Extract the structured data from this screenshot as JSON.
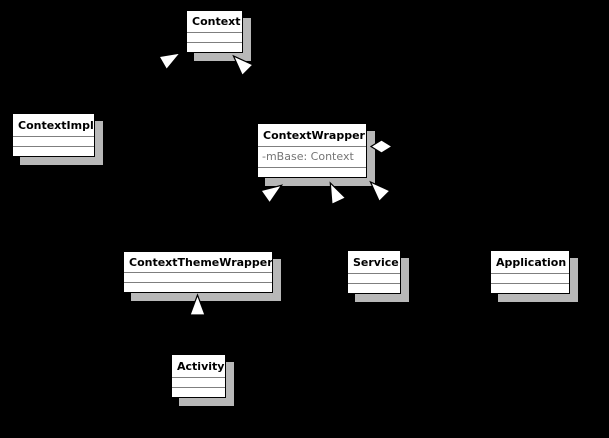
{
  "diagram": {
    "type": "uml-class-diagram",
    "background_color": "#000000",
    "class_fill_color": "#ffffff",
    "border_color": "#000000",
    "shadow_color": "#b8b8b8",
    "separator_color": "#7f7f7f",
    "attribute_text_color": "#757575",
    "classes": {
      "context": {
        "name": "Context"
      },
      "contextimpl": {
        "name": "ContextImpl"
      },
      "contextwrapper": {
        "name": "ContextWrapper",
        "attribute": "-mBase: Context"
      },
      "contextthemewrapper": {
        "name": "ContextThemeWrapper"
      },
      "service": {
        "name": "Service"
      },
      "application": {
        "name": "Application"
      },
      "activity": {
        "name": "Activity"
      }
    },
    "relationships": [
      {
        "type": "generalization",
        "from": "ContextImpl",
        "to": "Context"
      },
      {
        "type": "generalization",
        "from": "ContextWrapper",
        "to": "Context"
      },
      {
        "type": "aggregation",
        "owner": "ContextWrapper",
        "member": "-mBase: Context"
      },
      {
        "type": "generalization",
        "from": "ContextThemeWrapper",
        "to": "ContextWrapper"
      },
      {
        "type": "generalization",
        "from": "Service",
        "to": "ContextWrapper"
      },
      {
        "type": "generalization",
        "from": "Application",
        "to": "ContextWrapper"
      },
      {
        "type": "generalization",
        "from": "Activity",
        "to": "ContextThemeWrapper"
      }
    ]
  }
}
